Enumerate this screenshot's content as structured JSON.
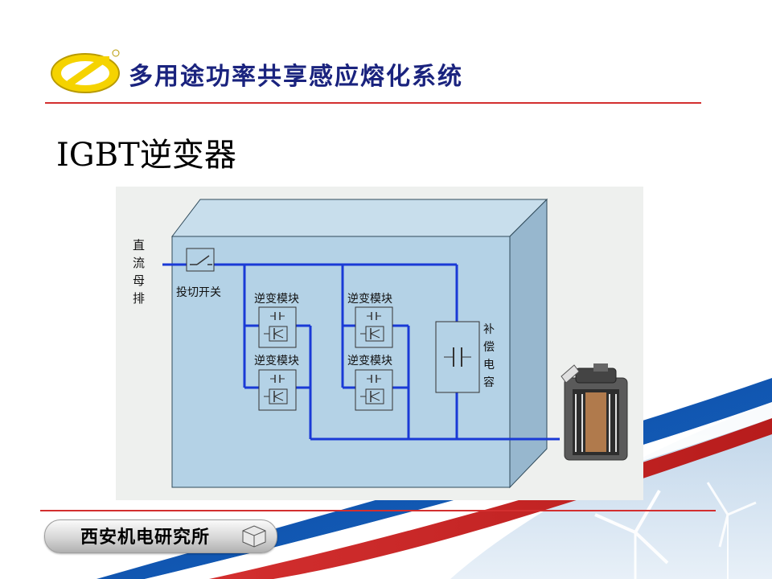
{
  "header": {
    "title": "多用途功率共享感应熔化系统"
  },
  "slide": {
    "subtitle": "IGBT逆变器"
  },
  "diagram": {
    "bus_label": [
      "直",
      "流",
      "母",
      "排"
    ],
    "switch_label": "投切开关",
    "module_label": "逆变模块",
    "capacitor_label": [
      "补",
      "偿",
      "电",
      "容"
    ]
  },
  "footer": {
    "org": "西安机电研究所"
  },
  "colors": {
    "title": "#1a237e",
    "accent_red": "#d32f2f",
    "box_front": "#b4d2e6",
    "box_top": "#c8deec",
    "box_side": "#97b7ce",
    "bus_line": "#1a3ad6"
  }
}
